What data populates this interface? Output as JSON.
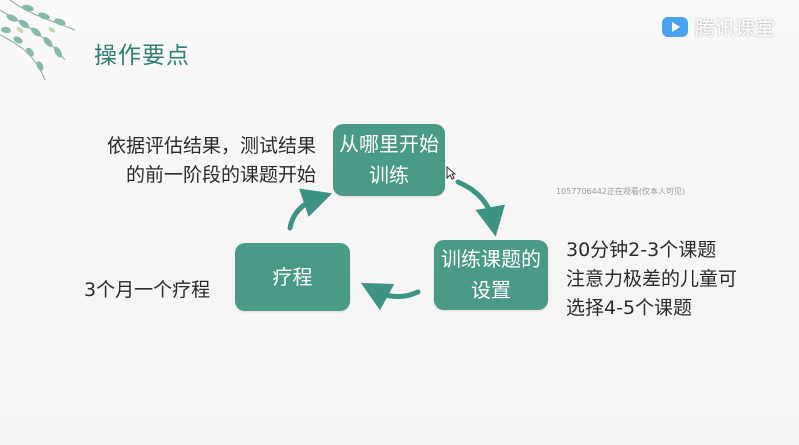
{
  "brand": {
    "name": "腾讯课堂",
    "icon": "tencent-classroom-play-icon",
    "accent": "#4aa3f0"
  },
  "title": "操作要点",
  "boxes": {
    "start": "从哪里开始\n训练",
    "topic": "训练课题的\n设置",
    "course": "疗程"
  },
  "notes": {
    "top": "依据评估结果，测试结果\n的前一阶段的课题开始",
    "right": "30分钟2-3个课题\n注意力极差的儿童可\n选择4-5个课题",
    "left": "3个月一个疗程"
  },
  "watermark": "1057706442正在观看(仅本人可见)",
  "colors": {
    "title": "#2f7f72",
    "box": "#4a9a88",
    "arrow": "#3d9484",
    "leaf": "#7fb6a7"
  }
}
